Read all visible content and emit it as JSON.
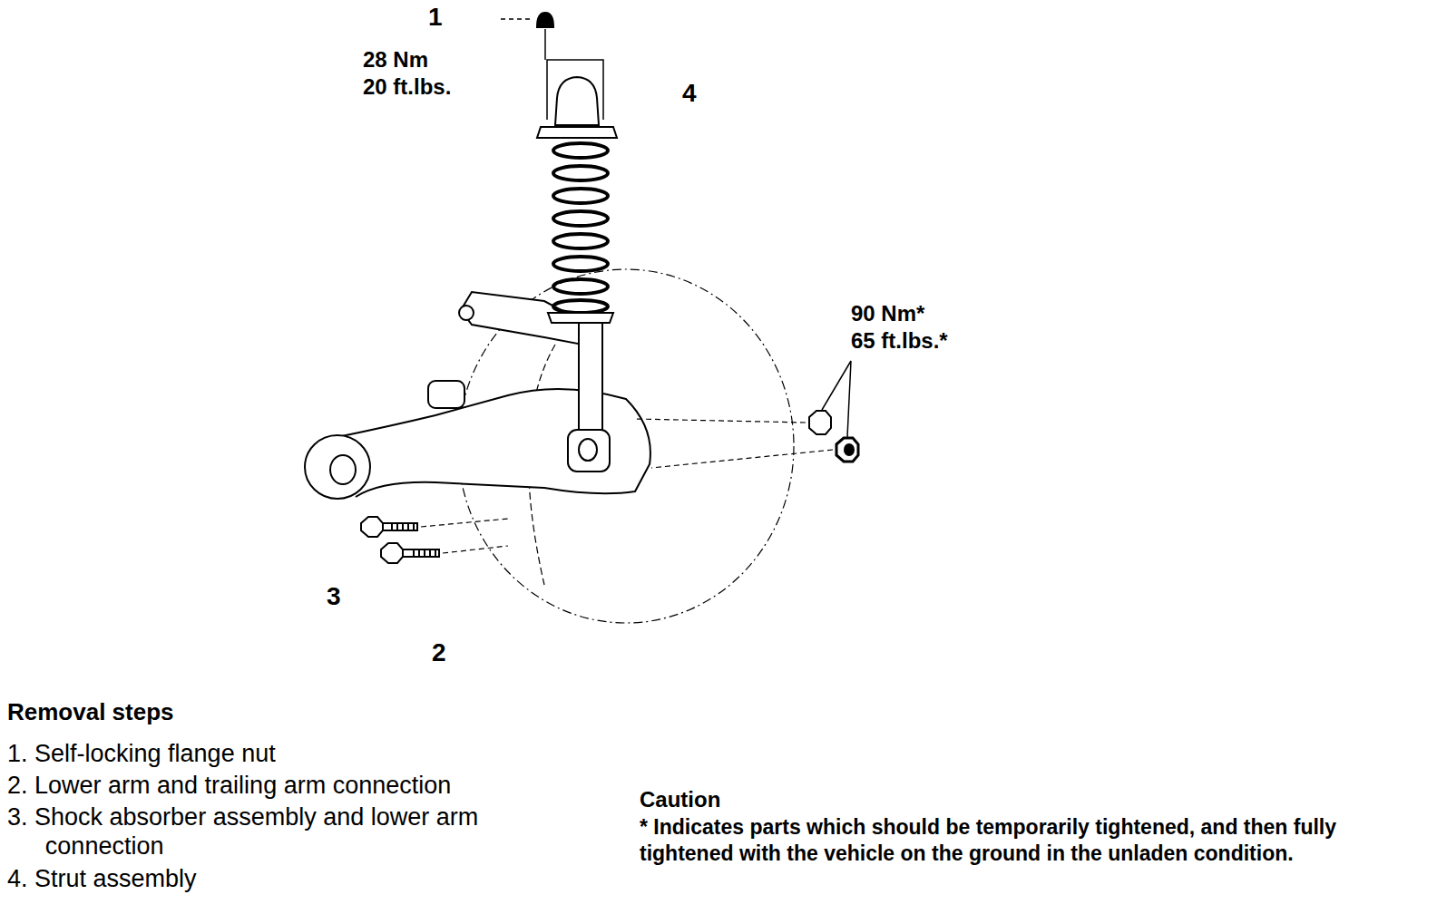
{
  "diagram": {
    "labels": [
      "1",
      "28 Nm",
      "20 ft.lbs.",
      "4",
      "90 Nm*",
      "65 ft.lbs.*",
      "3",
      "2",
      "Removal steps",
      "1. Self-locking flange nut",
      "2. Lower arm and trailing arm connection",
      "3. Shock absorber assembly and lower arm connection",
      "4. Strut assembly",
      "Caution",
      "* Indicates parts which should be temporarily tightened, and then fully tightened with the vehicle on the ground in the unladen condition."
    ]
  }
}
